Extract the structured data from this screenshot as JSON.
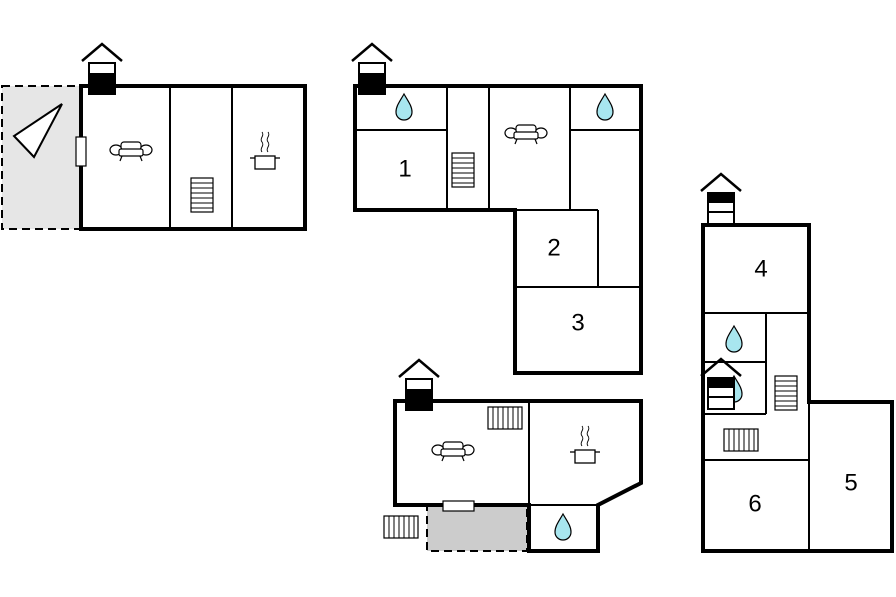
{
  "colors": {
    "wall": "#000000",
    "floor": "#ffffff",
    "terrace": "#e6e6e6",
    "patio": "#cccccc",
    "water": "#a8e6ef"
  },
  "icons": {
    "house_level": "house-level-icon",
    "bathroom": "water-drop-icon",
    "living": "sofa-icon",
    "kitchen": "cooking-pot-icon",
    "stairs": "stairs-icon",
    "radiator": "radiator-icon",
    "compass": "north-arrow-icon",
    "door": "door-icon"
  },
  "rooms": {
    "r1": "1",
    "r2": "2",
    "r3": "3",
    "r4": "4",
    "r5": "5",
    "r6": "6"
  }
}
